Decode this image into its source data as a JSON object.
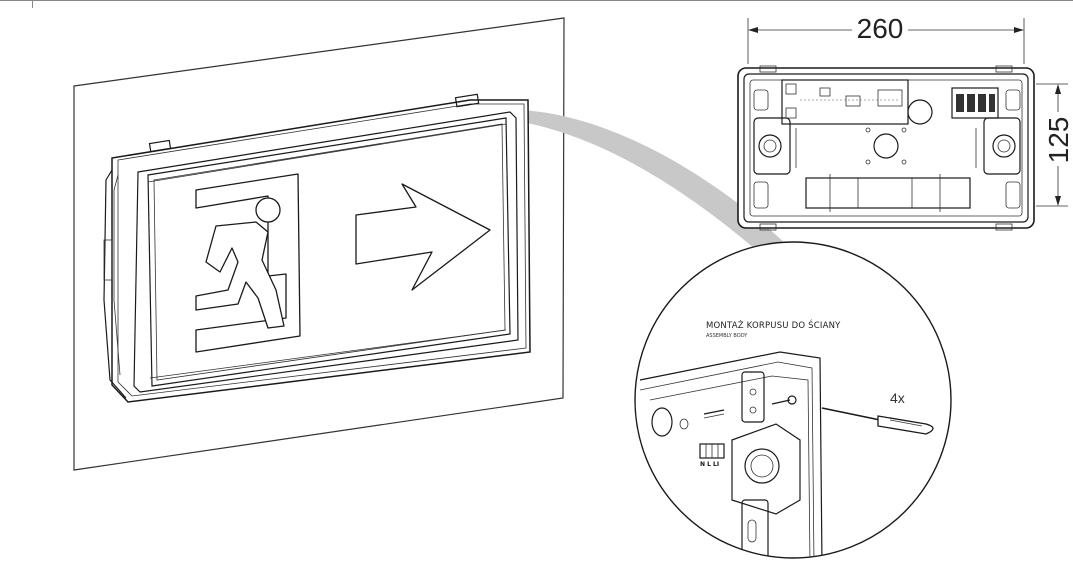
{
  "dimensions": {
    "width": "260",
    "height": "125"
  },
  "detail": {
    "title": "MONTAŻ KORPUSU DO ŚCIANY",
    "subtitle": "ASSEMBLY BODY",
    "quantity": "4x",
    "terminal_labels": "N  L  LI"
  },
  "colors": {
    "line": "#1a1a1a",
    "leader": "#c8c8c8",
    "background": "#ffffff"
  }
}
